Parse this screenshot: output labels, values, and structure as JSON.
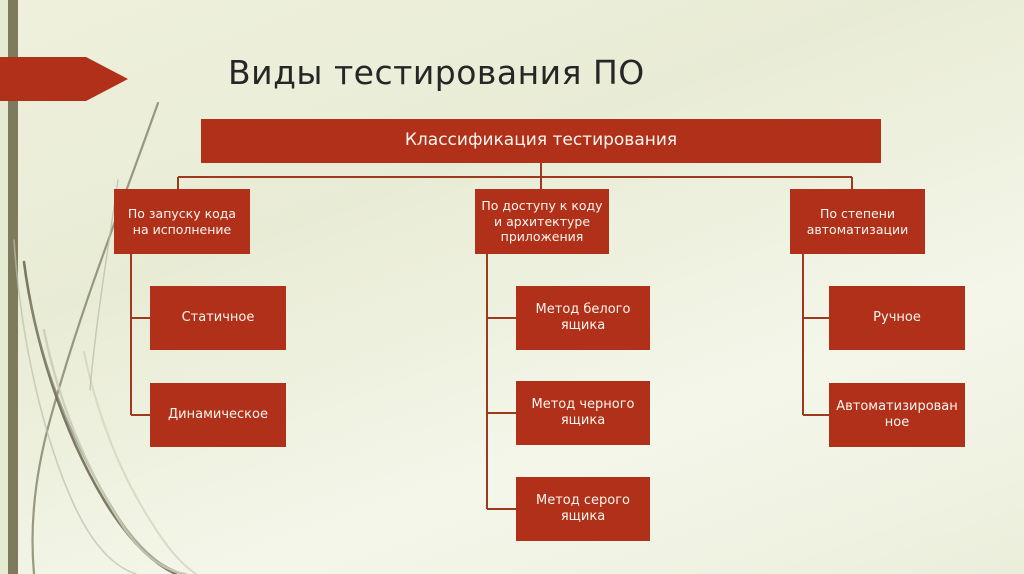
{
  "slide": {
    "title": "Виды тестирования ПО",
    "colors": {
      "box_red": "#b0301a",
      "background_olive": "#e9ecd5",
      "left_bar_olive": "#7d7a5e",
      "connector_red": "#9c3a20",
      "text_light": "#fdf6ef",
      "title_text": "#262626"
    }
  },
  "diagram": {
    "type": "tree",
    "root": {
      "label": "Классификация тестирования"
    },
    "branches": [
      {
        "label": "По запуску кода на исполнение",
        "children": [
          {
            "label": "Статичное"
          },
          {
            "label": "Динамическое"
          }
        ]
      },
      {
        "label": "По доступу к коду и архитектуре приложения",
        "children": [
          {
            "label": "Метод белого ящика"
          },
          {
            "label": "Метод черного ящика"
          },
          {
            "label": "Метод серого ящика"
          }
        ]
      },
      {
        "label": "По степени автоматизации",
        "children": [
          {
            "label": "Ручное"
          },
          {
            "label": "Автоматизирован ное"
          }
        ]
      }
    ]
  }
}
